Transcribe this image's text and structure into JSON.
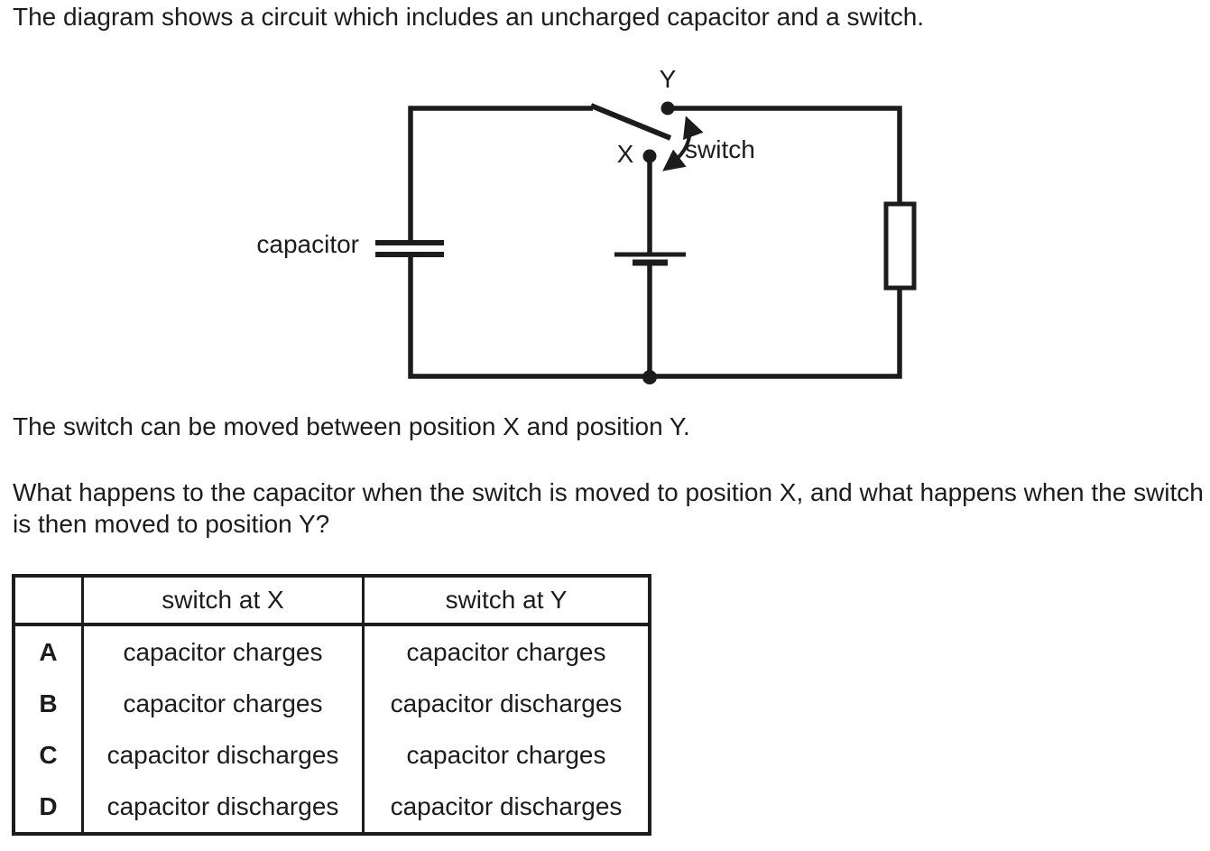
{
  "colors": {
    "ink": "#1c1c1c",
    "background": "#ffffff"
  },
  "intro": "The diagram shows a circuit which includes an uncharged capacitor and a switch.",
  "diagram": {
    "capacitor_label": "capacitor",
    "switch_label": "switch",
    "position_x_label": "X",
    "position_y_label": "Y"
  },
  "note": "The switch can be moved between position X and position Y.",
  "question": "What happens to the capacitor when the switch is moved to position X, and what happens when the switch is then moved to position Y?",
  "table": {
    "headers": [
      "",
      "switch at X",
      "switch at Y"
    ],
    "rows": [
      {
        "option": "A",
        "switch_at_x": "capacitor charges",
        "switch_at_y": "capacitor charges"
      },
      {
        "option": "B",
        "switch_at_x": "capacitor charges",
        "switch_at_y": "capacitor discharges"
      },
      {
        "option": "C",
        "switch_at_x": "capacitor discharges",
        "switch_at_y": "capacitor charges"
      },
      {
        "option": "D",
        "switch_at_x": "capacitor discharges",
        "switch_at_y": "capacitor discharges"
      }
    ]
  }
}
